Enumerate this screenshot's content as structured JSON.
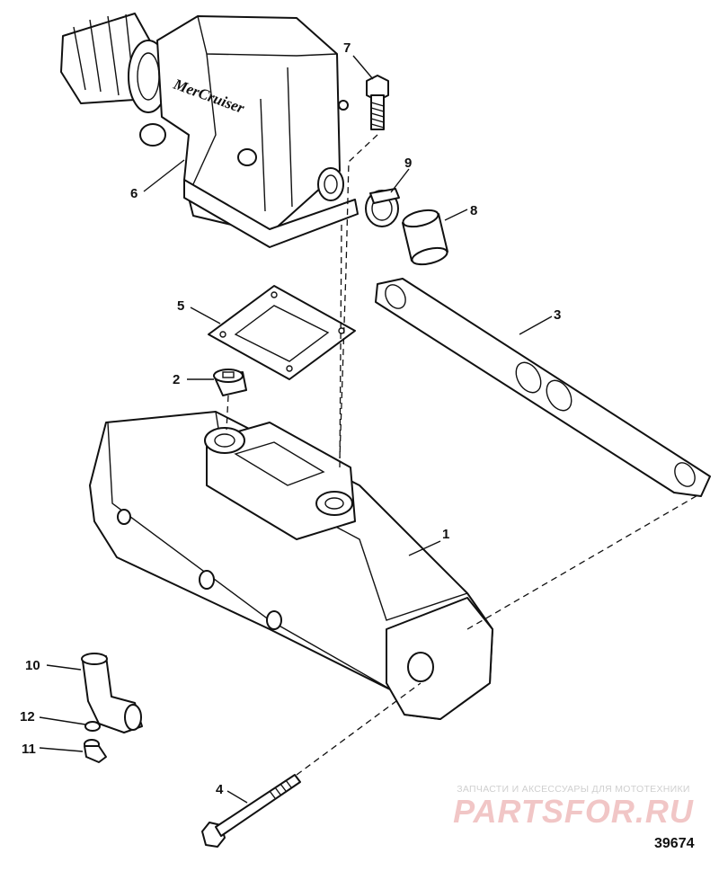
{
  "callouts": [
    "1",
    "2",
    "3",
    "4",
    "5",
    "6",
    "7",
    "8",
    "9",
    "10",
    "11",
    "12"
  ],
  "logo_text": "MerCruiser",
  "watermark": {
    "tagline": "ЗАПЧАСТИ И АКСЕССУАРЫ ДЛЯ МОТОТЕХНИКИ",
    "brand": "PARTSFOR.RU"
  },
  "figure_id": "39674"
}
